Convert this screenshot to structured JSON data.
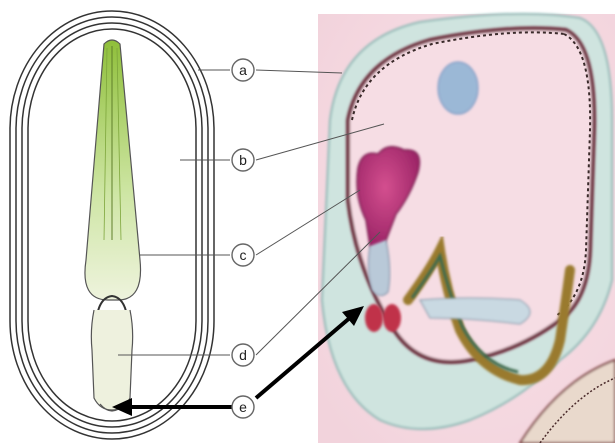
{
  "labels": [
    {
      "id": "a",
      "text": "a"
    },
    {
      "id": "b",
      "text": "b"
    },
    {
      "id": "c",
      "text": "c"
    },
    {
      "id": "d",
      "text": "d"
    },
    {
      "id": "e",
      "text": "e"
    }
  ]
}
